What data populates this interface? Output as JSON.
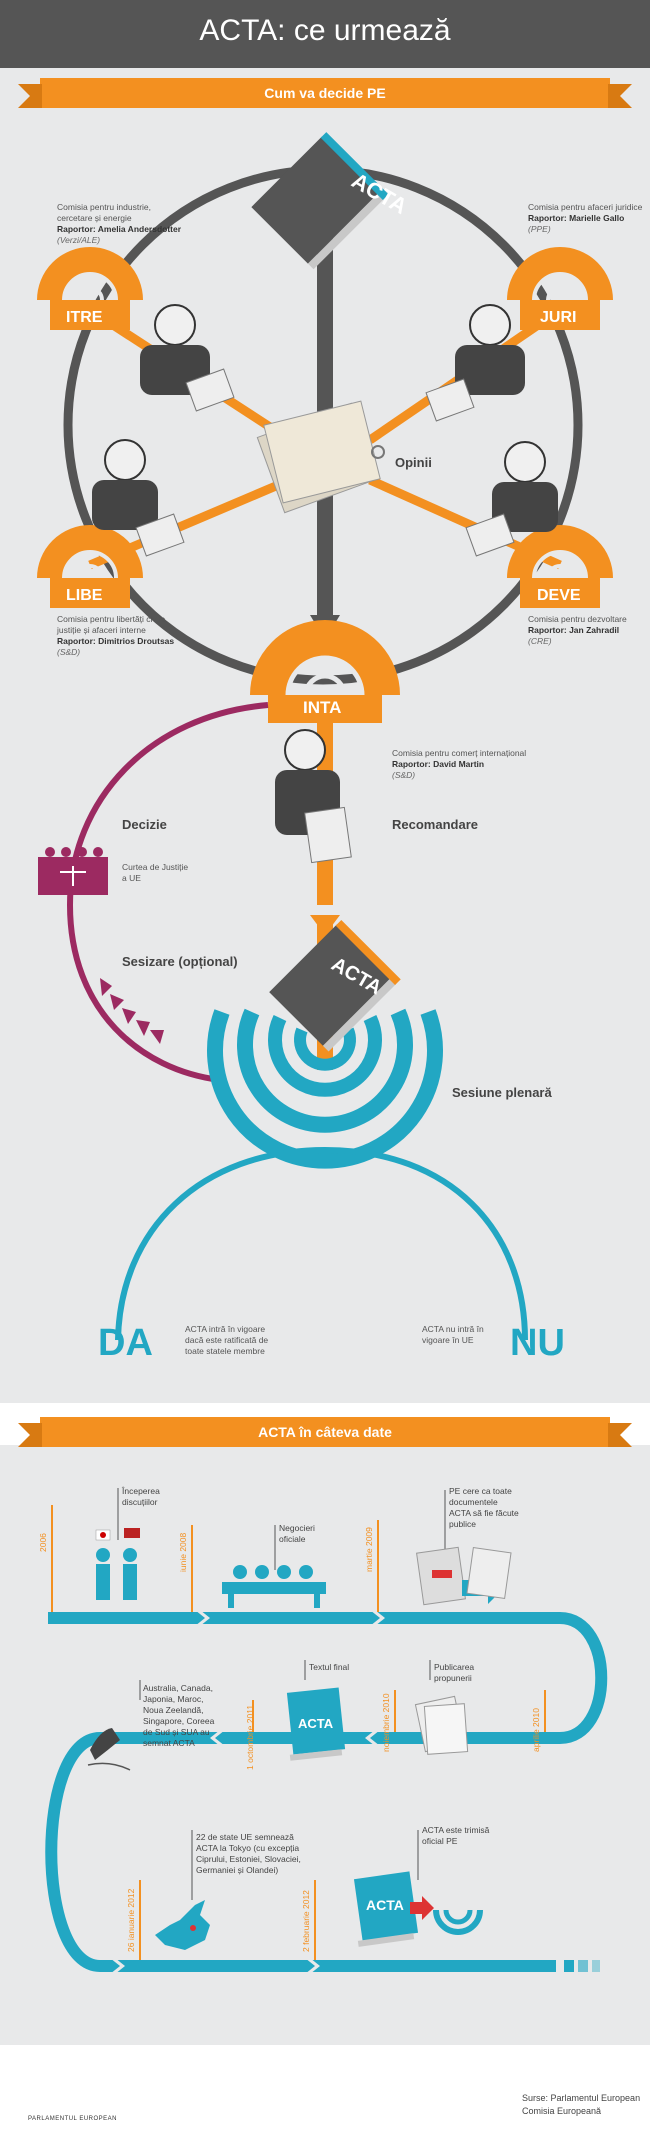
{
  "header": {
    "title": "ACTA: ce urmează"
  },
  "section1": {
    "ribbon": "Cum va decide PE",
    "book_label": "ACTA",
    "committees": {
      "itre": {
        "code": "ITRE",
        "name": "Comisia pentru industrie, cercetare și energie",
        "rapporteur": "Raportor: Amelia Andersdotter",
        "group": "(Verzi/ALE)"
      },
      "juri": {
        "code": "JURI",
        "name": "Comisia pentru afaceri juridice",
        "rapporteur": "Raportor: Marielle Gallo",
        "group": "(PPE)"
      },
      "libe": {
        "code": "LIBE",
        "name": "Comisia pentru libertăți civile, justiție și afaceri interne",
        "rapporteur": "Raportor: Dimitrios Droutsas",
        "group": "(S&D)"
      },
      "deve": {
        "code": "DEVE",
        "name": "Comisia pentru dezvoltare",
        "rapporteur": "Raportor: Jan Zahradil",
        "group": "(CRE)"
      },
      "inta": {
        "code": "INTA",
        "name": "Comisia pentru comerț internațional",
        "rapporteur": "Raportor: David Martin",
        "group": "(S&D)"
      }
    },
    "opinions": "Opinii",
    "decision": "Decizie",
    "court": "Curtea de Justiție a UE",
    "recommendation": "Recomandare",
    "referral": "Sesizare (opțional)",
    "plenary": "Sesiune plenară",
    "yes": "DA",
    "no": "NU",
    "yes_text": "ACTA intră în vigoare dacă este ratificată de toate statele membre",
    "no_text": "ACTA nu intră în vigoare în UE"
  },
  "section2": {
    "ribbon": "ACTA în câteva date",
    "events": [
      {
        "date": "2006",
        "text": "Începerea discuțiilor"
      },
      {
        "date": "iunie 2008",
        "text": "Negocieri oficiale"
      },
      {
        "date": "martie 2009",
        "text": "PE cere ca toate documentele ACTA să fie făcute publice"
      },
      {
        "date": "aprilie 2010",
        "text": "Publicarea propunerii"
      },
      {
        "date": "noiembrie 2010",
        "text": "Textul final"
      },
      {
        "date": "1 octombrie 2011",
        "text": "Australia, Canada, Japonia, Maroc, Noua Zeelandă, Singapore, Coreea de Sud și SUA au semnat ACTA"
      },
      {
        "date": "26 ianuarie 2012",
        "text": "22 de state UE semnează ACTA la Tokyo (cu excepția Ciprului, Estoniei, Slovaciei, Germaniei și Olandei)"
      },
      {
        "date": "2 februarie 2012",
        "text": "ACTA este trimisă oficial PE"
      }
    ]
  },
  "footer": {
    "logo_label": "PARLAMENTUL EUROPEAN",
    "sources_1": "Surse: Parlamentul European",
    "sources_2": "Comisia Europeană"
  },
  "colors": {
    "orange": "#f39020",
    "dark": "#555555",
    "teal": "#22a7c3",
    "purple": "#9c2a61"
  }
}
